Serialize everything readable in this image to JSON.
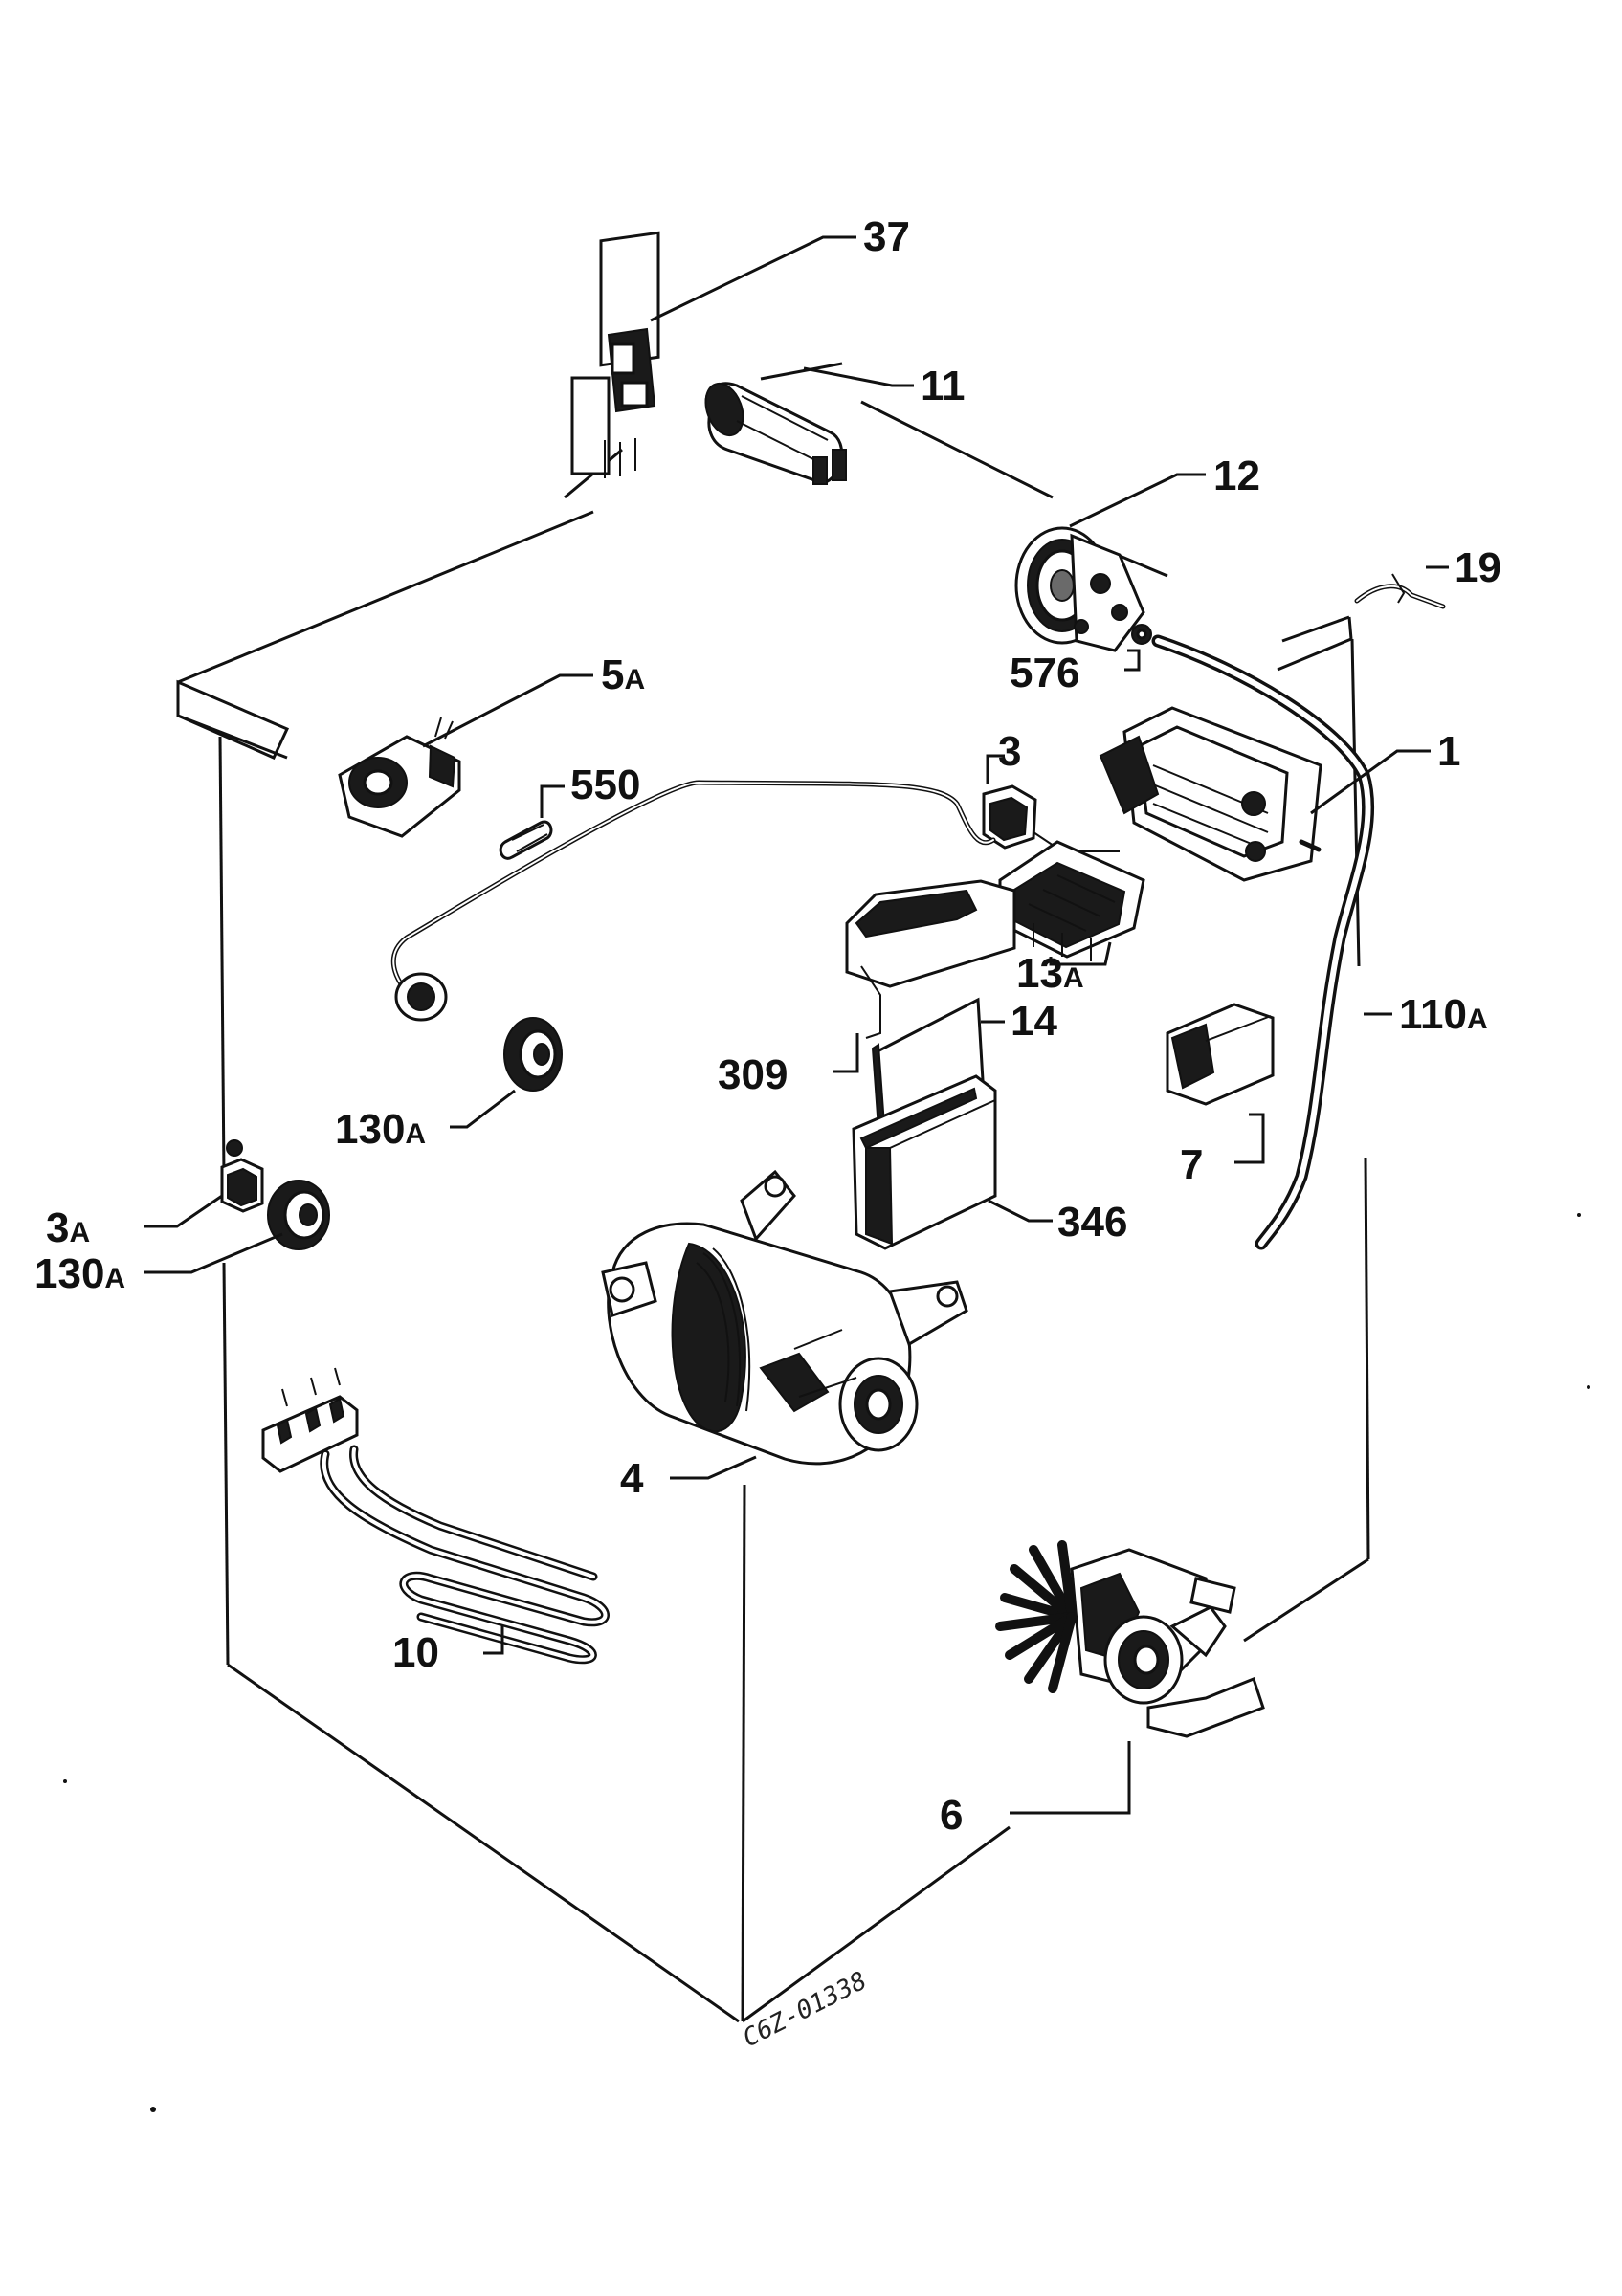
{
  "diagram": {
    "drawing_code": "C6Z-01338",
    "labels": [
      {
        "id": "37",
        "main": "37",
        "sub": ""
      },
      {
        "id": "11",
        "main": "11",
        "sub": ""
      },
      {
        "id": "12",
        "main": "12",
        "sub": ""
      },
      {
        "id": "19",
        "main": "19",
        "sub": ""
      },
      {
        "id": "576",
        "main": "576",
        "sub": ""
      },
      {
        "id": "5A",
        "main": "5",
        "sub": "A"
      },
      {
        "id": "550",
        "main": "550",
        "sub": ""
      },
      {
        "id": "3",
        "main": "3",
        "sub": ""
      },
      {
        "id": "1",
        "main": "1",
        "sub": ""
      },
      {
        "id": "13A",
        "main": "13",
        "sub": "A"
      },
      {
        "id": "14",
        "main": "14",
        "sub": ""
      },
      {
        "id": "110A",
        "main": "110",
        "sub": "A"
      },
      {
        "id": "309",
        "main": "309",
        "sub": ""
      },
      {
        "id": "130A-upper",
        "main": "130",
        "sub": "A"
      },
      {
        "id": "7",
        "main": "7",
        "sub": ""
      },
      {
        "id": "3A",
        "main": "3",
        "sub": "A"
      },
      {
        "id": "346",
        "main": "346",
        "sub": ""
      },
      {
        "id": "130A-lower",
        "main": "130",
        "sub": "A"
      },
      {
        "id": "4",
        "main": "4",
        "sub": ""
      },
      {
        "id": "10",
        "main": "10",
        "sub": ""
      },
      {
        "id": "6",
        "main": "6",
        "sub": ""
      }
    ]
  }
}
